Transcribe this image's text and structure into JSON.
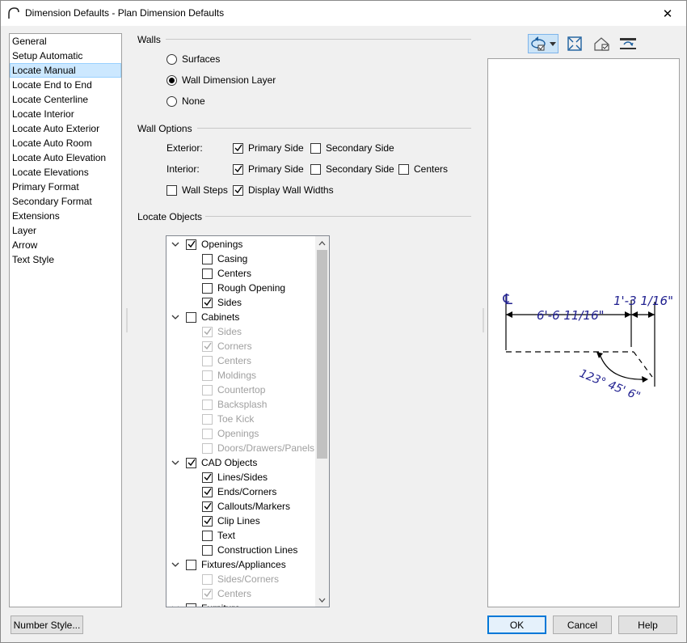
{
  "window": {
    "title": "Dimension Defaults - Plan Dimension Defaults",
    "close_symbol": "✕"
  },
  "sidebar": {
    "items": [
      {
        "label": "General",
        "selected": false
      },
      {
        "label": "Setup Automatic",
        "selected": false
      },
      {
        "label": "Locate Manual",
        "selected": true
      },
      {
        "label": "Locate End to End",
        "selected": false
      },
      {
        "label": "Locate Centerline",
        "selected": false
      },
      {
        "label": "Locate Interior",
        "selected": false
      },
      {
        "label": "Locate Auto Exterior",
        "selected": false
      },
      {
        "label": "Locate Auto Room",
        "selected": false
      },
      {
        "label": "Locate Auto Elevation",
        "selected": false
      },
      {
        "label": "Locate Elevations",
        "selected": false
      },
      {
        "label": "Primary Format",
        "selected": false
      },
      {
        "label": "Secondary Format",
        "selected": false
      },
      {
        "label": "Extensions",
        "selected": false
      },
      {
        "label": "Layer",
        "selected": false
      },
      {
        "label": "Arrow",
        "selected": false
      },
      {
        "label": "Text Style",
        "selected": false
      }
    ]
  },
  "walls": {
    "title": "Walls",
    "options": [
      {
        "label": "Surfaces",
        "checked": false
      },
      {
        "label": "Wall Dimension Layer",
        "checked": true
      },
      {
        "label": "None",
        "checked": false
      }
    ]
  },
  "wall_options": {
    "title": "Wall Options",
    "exterior_label": "Exterior:",
    "interior_label": "Interior:",
    "exterior": {
      "primary": {
        "label": "Primary Side",
        "checked": true
      },
      "secondary": {
        "label": "Secondary Side",
        "checked": false
      }
    },
    "interior": {
      "primary": {
        "label": "Primary Side",
        "checked": true
      },
      "secondary": {
        "label": "Secondary Side",
        "checked": false
      },
      "centers": {
        "label": "Centers",
        "checked": false
      }
    },
    "wall_steps": {
      "label": "Wall Steps",
      "checked": false
    },
    "display_wall_widths": {
      "label": "Display Wall Widths",
      "checked": true
    }
  },
  "locate_objects": {
    "title": "Locate Objects",
    "tree": [
      {
        "label": "Openings",
        "level": 0,
        "checked": true,
        "disabled": false,
        "expandable": true
      },
      {
        "label": "Casing",
        "level": 1,
        "checked": false,
        "disabled": false
      },
      {
        "label": "Centers",
        "level": 1,
        "checked": false,
        "disabled": false
      },
      {
        "label": "Rough Opening",
        "level": 1,
        "checked": false,
        "disabled": false
      },
      {
        "label": "Sides",
        "level": 1,
        "checked": true,
        "disabled": false
      },
      {
        "label": "Cabinets",
        "level": 0,
        "checked": false,
        "disabled": false,
        "expandable": true
      },
      {
        "label": "Sides",
        "level": 1,
        "checked": true,
        "disabled": true
      },
      {
        "label": "Corners",
        "level": 1,
        "checked": true,
        "disabled": true
      },
      {
        "label": "Centers",
        "level": 1,
        "checked": false,
        "disabled": true
      },
      {
        "label": "Moldings",
        "level": 1,
        "checked": false,
        "disabled": true
      },
      {
        "label": "Countertop",
        "level": 1,
        "checked": false,
        "disabled": true
      },
      {
        "label": "Backsplash",
        "level": 1,
        "checked": false,
        "disabled": true
      },
      {
        "label": "Toe Kick",
        "level": 1,
        "checked": false,
        "disabled": true
      },
      {
        "label": "Openings",
        "level": 1,
        "checked": false,
        "disabled": true
      },
      {
        "label": "Doors/Drawers/Panels",
        "level": 1,
        "checked": false,
        "disabled": true
      },
      {
        "label": "CAD Objects",
        "level": 0,
        "checked": true,
        "disabled": false,
        "expandable": true
      },
      {
        "label": "Lines/Sides",
        "level": 1,
        "checked": true,
        "disabled": false
      },
      {
        "label": "Ends/Corners",
        "level": 1,
        "checked": true,
        "disabled": false
      },
      {
        "label": "Callouts/Markers",
        "level": 1,
        "checked": true,
        "disabled": false
      },
      {
        "label": "Clip Lines",
        "level": 1,
        "checked": true,
        "disabled": false
      },
      {
        "label": "Text",
        "level": 1,
        "checked": false,
        "disabled": false
      },
      {
        "label": "Construction Lines",
        "level": 1,
        "checked": false,
        "disabled": false
      },
      {
        "label": "Fixtures/Appliances",
        "level": 0,
        "checked": false,
        "disabled": false,
        "expandable": true
      },
      {
        "label": "Sides/Corners",
        "level": 1,
        "checked": false,
        "disabled": true
      },
      {
        "label": "Centers",
        "level": 1,
        "checked": true,
        "disabled": true
      },
      {
        "label": "Furniture",
        "level": 0,
        "checked": false,
        "disabled": false,
        "expandable": true
      }
    ]
  },
  "preview": {
    "centerline_symbol": "℄",
    "dim_left": "6'-6 11/16\"",
    "dim_right": "1'-3 1/16\"",
    "angle": "123° 45' 6\""
  },
  "buttons": {
    "number_style": "Number Style...",
    "ok": "OK",
    "cancel": "Cancel",
    "help": "Help"
  },
  "colors": {
    "accent": "#0078d7",
    "selection": "#cce8ff",
    "dimension_ink": "#1f1f8f"
  }
}
